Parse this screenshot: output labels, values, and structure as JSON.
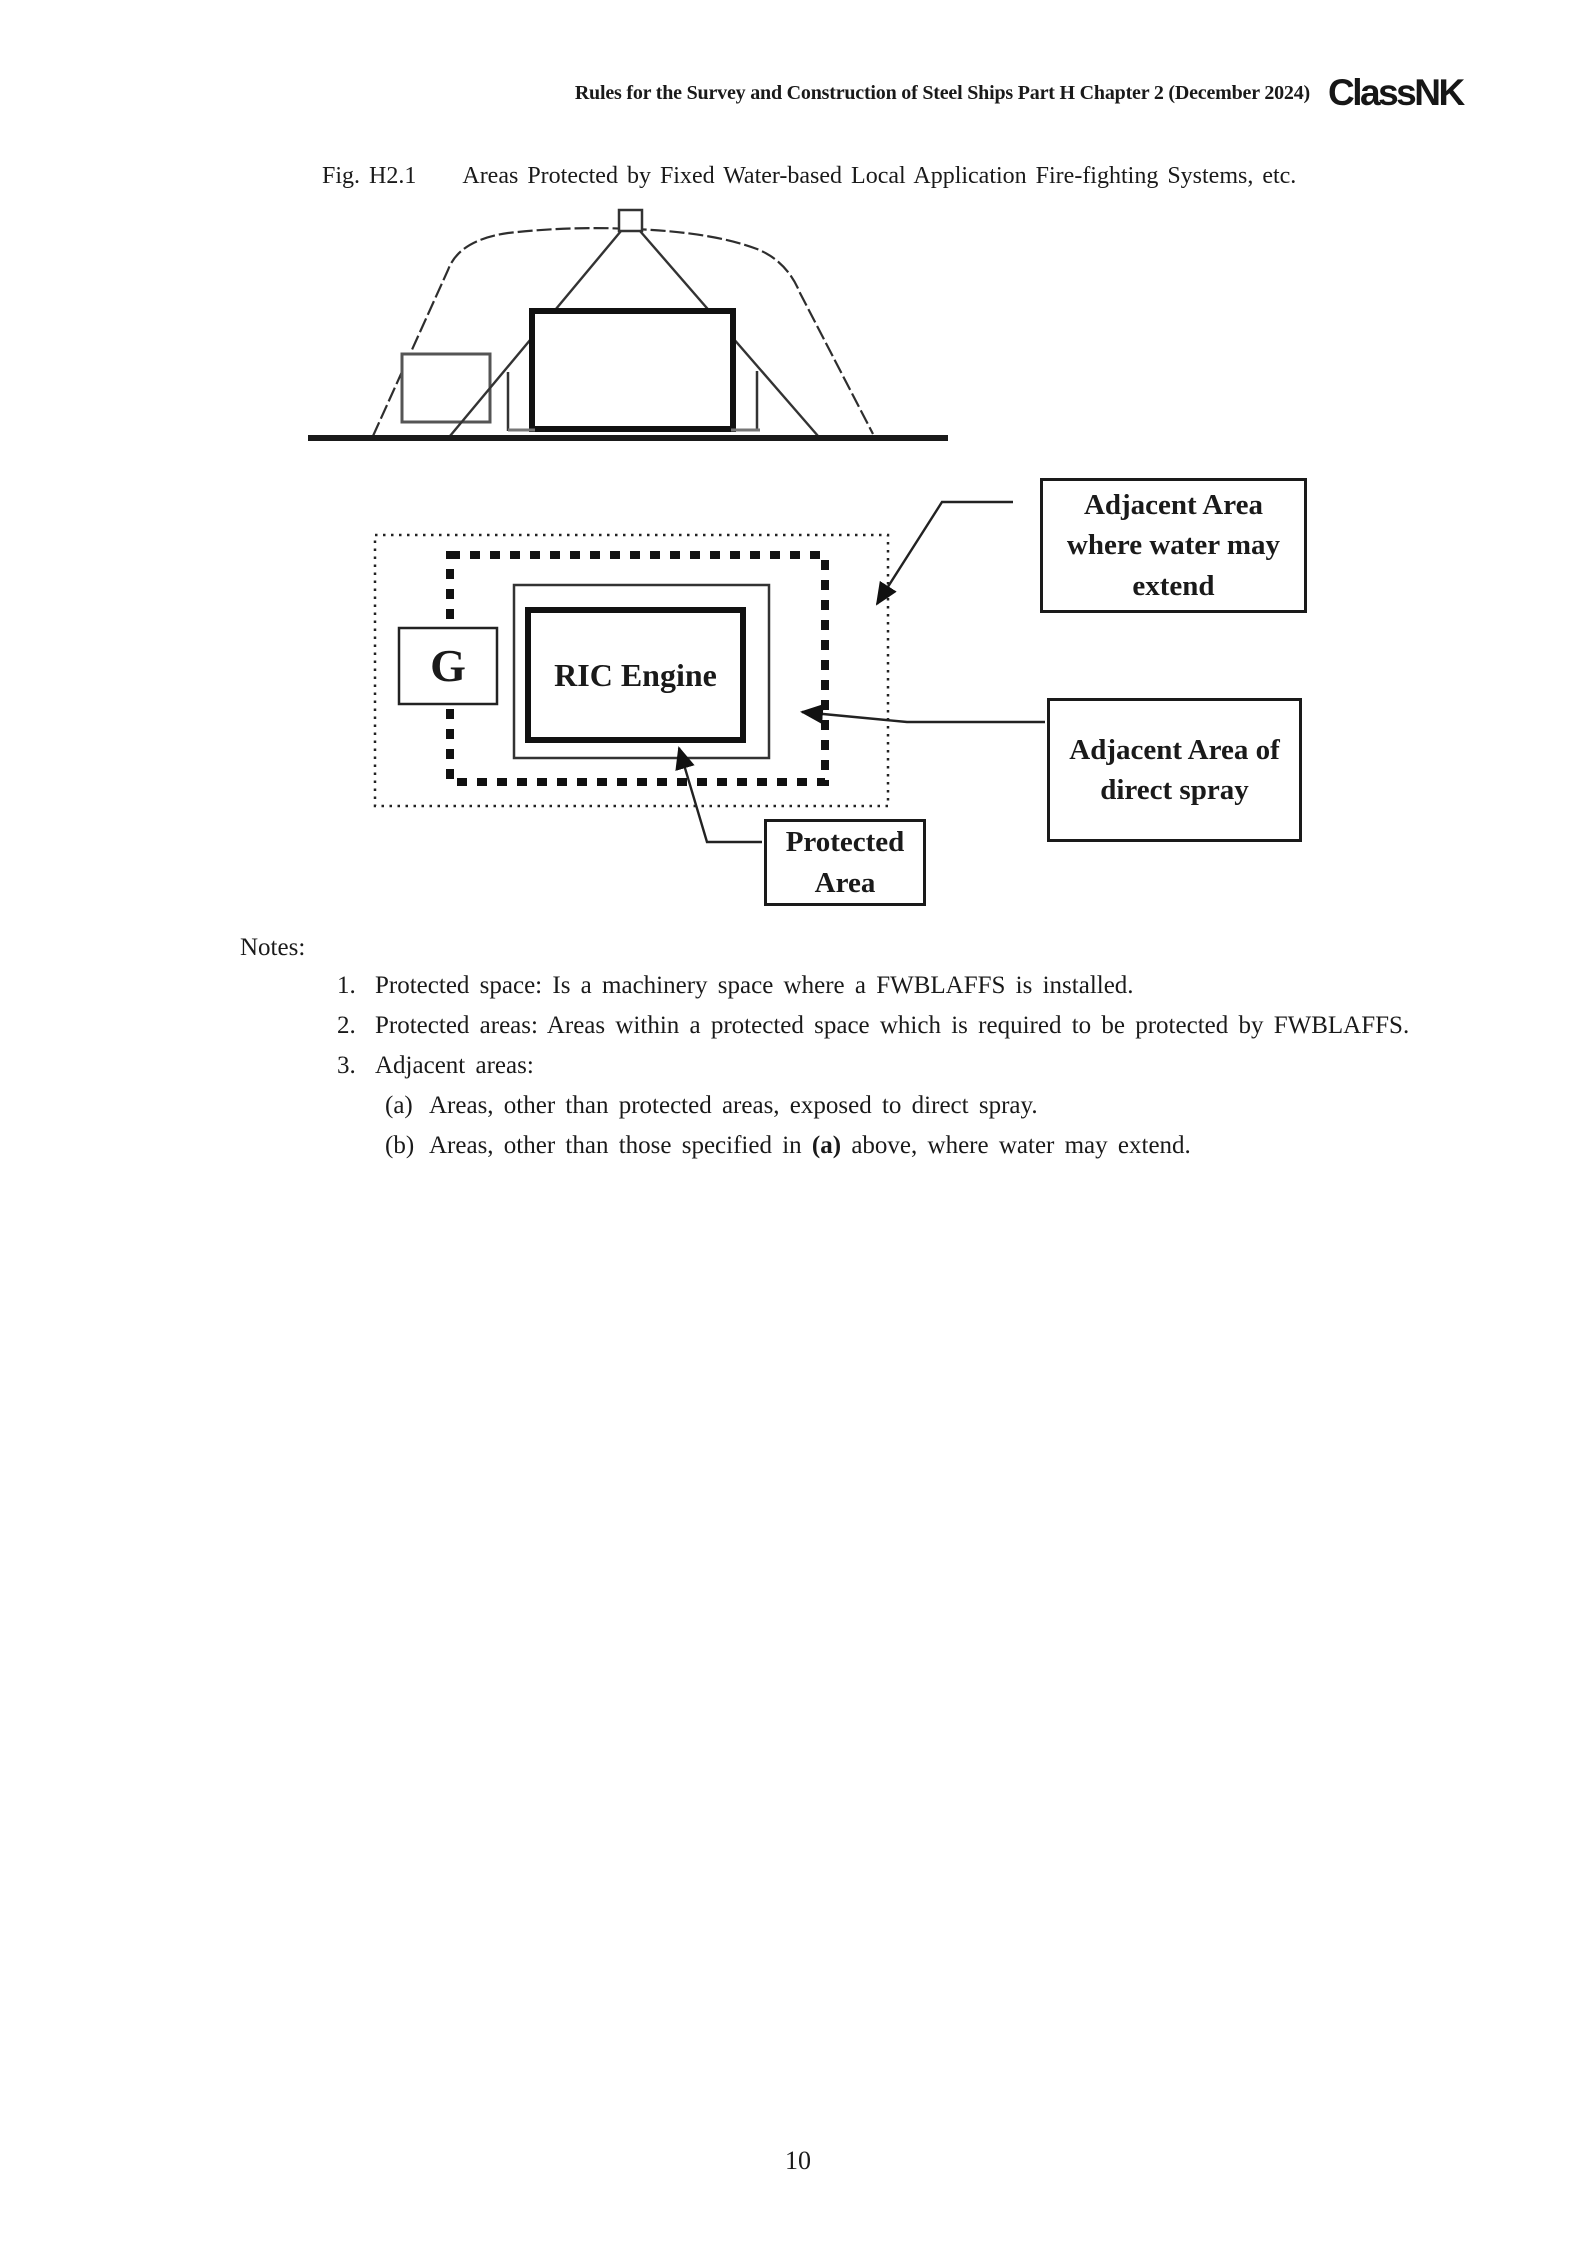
{
  "header": {
    "title": "Rules for the Survey and Construction of Steel Ships Part H Chapter 2 (December 2024)",
    "logo_text": "ClassNK"
  },
  "figure": {
    "number": "Fig. H2.1",
    "caption": "Areas Protected by Fixed Water-based Local Application Fire-fighting Systems, etc.",
    "labels": {
      "generator": "G",
      "engine": "RIC Engine",
      "adjacent_water_extend": "Adjacent Area where water may extend",
      "adjacent_direct_spray": "Adjacent Area of direct spray",
      "protected_area": "Protected Area"
    }
  },
  "notes": {
    "heading": "Notes:",
    "items": [
      {
        "num": "1.",
        "text": "Protected space: Is a machinery space where a FWBLAFFS is installed."
      },
      {
        "num": "2.",
        "text": "Protected areas: Areas within a protected space which is required to be protected by FWBLAFFS."
      },
      {
        "num": "3.",
        "text": "Adjacent areas:"
      }
    ],
    "subitems": [
      {
        "num": "(a)",
        "pre": "Areas, other than protected areas, exposed to direct spray.",
        "bold": "",
        "post": ""
      },
      {
        "num": "(b)",
        "pre": "Areas, other than those specified in ",
        "bold": "(a)",
        "post": " above, where water may extend."
      }
    ]
  },
  "page_number": "10"
}
